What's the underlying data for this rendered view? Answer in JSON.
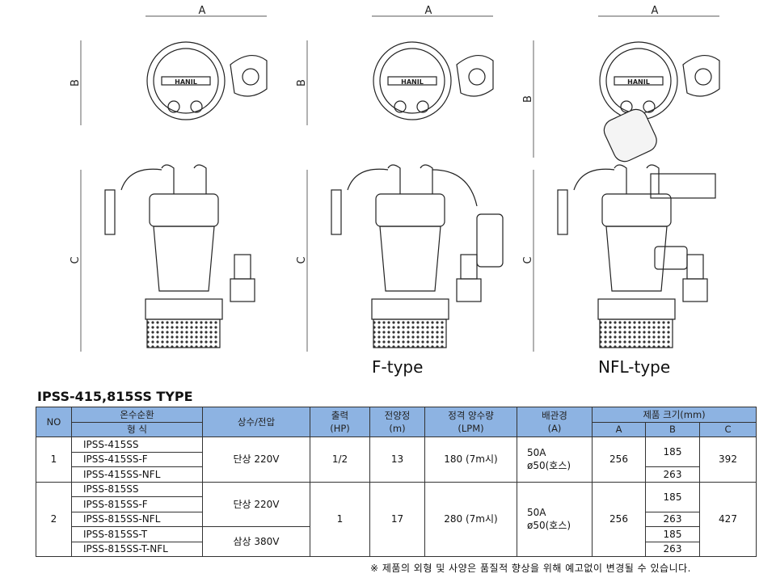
{
  "drawings": {
    "dim_a": "A",
    "dim_b": "B",
    "dim_c": "C",
    "brand": "HANIL",
    "f_type": "F-type",
    "nfl_type": "NFL-type"
  },
  "title": "IPSS-415,815SS TYPE",
  "header": {
    "no": "NO",
    "circ": "온수순환",
    "model": "형 식",
    "phase": "상수/전압",
    "output": "출력",
    "output_unit": "(HP)",
    "head": "전양정",
    "head_unit": "(m)",
    "flow": "정격 양수량",
    "flow_unit": "(LPM)",
    "pipe": "배관경",
    "pipe_unit": "(A)",
    "size": "제품 크기(mm)",
    "a": "A",
    "b": "B",
    "c": "C"
  },
  "groups": [
    {
      "no": "1",
      "models": [
        "IPSS-415SS",
        "IPSS-415SS-F",
        "IPSS-415SS-NFL"
      ],
      "phase": [
        "단상 220V"
      ],
      "hp": "1/2",
      "head": "13",
      "flow": "180 (7m시)",
      "pipe": "50A",
      "pipe2": "ø50(호스)",
      "a": "256",
      "b": [
        "185",
        "263"
      ],
      "c": "392"
    },
    {
      "no": "2",
      "models": [
        "IPSS-815SS",
        "IPSS-815SS-F",
        "IPSS-815SS-NFL",
        "IPSS-815SS-T",
        "IPSS-815SS-T-NFL"
      ],
      "phase": [
        "단상 220V",
        "삼상 380V"
      ],
      "hp": "1",
      "head": "17",
      "flow": "280 (7m시)",
      "pipe": "50A",
      "pipe2": "ø50(호스)",
      "a": "256",
      "b": [
        "185",
        "263",
        "185",
        "263"
      ],
      "c": "427"
    }
  ],
  "note": "※ 제품의 외형 및 사양은 품질적 향상을 위해 예고없이 변경될 수 있습니다."
}
